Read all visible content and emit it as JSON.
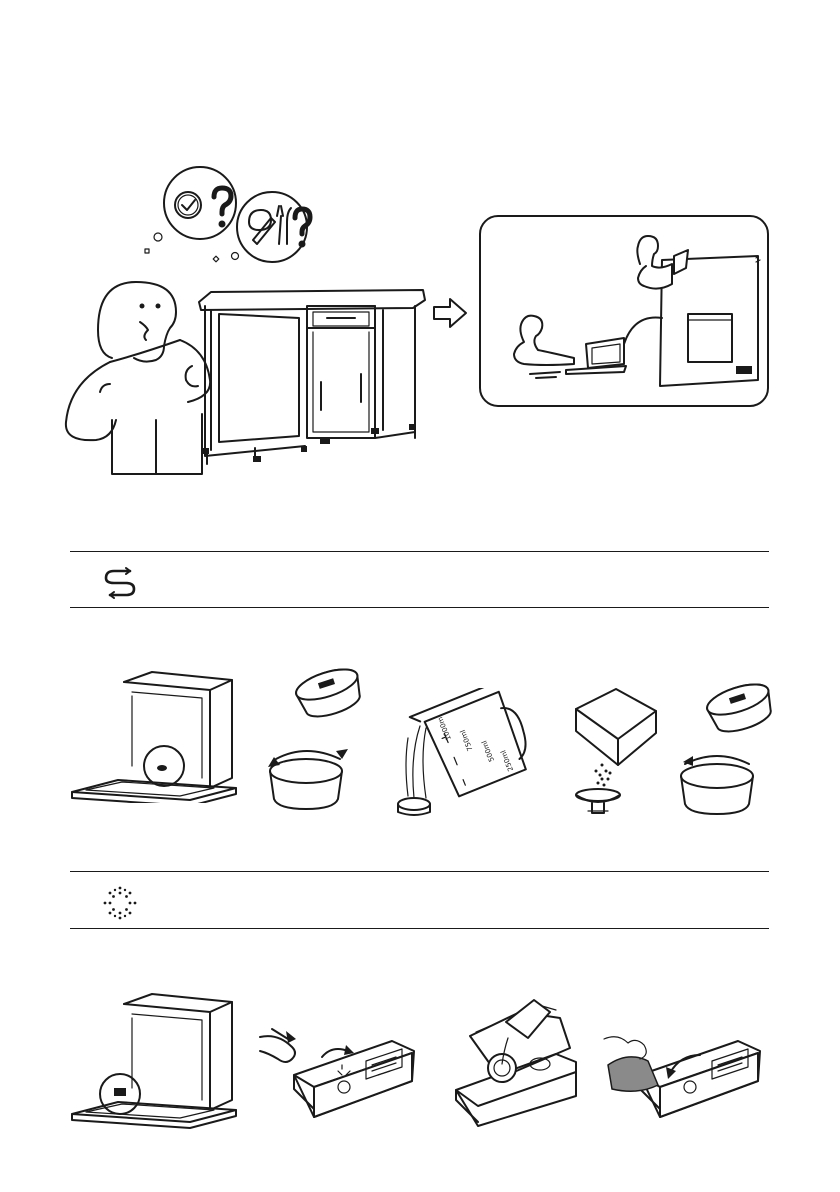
{
  "manual": {
    "lead_icons": [
      "thinking-person-icon",
      "clock-question-icon",
      "dishes-question-icon",
      "arrow-right-icon",
      "manual-and-laptop-icon"
    ],
    "jug_labels": [
      "1000ml",
      "750ml",
      "500ml",
      "250ml"
    ]
  },
  "sections": [
    {
      "icon": "salt-refill-icon",
      "steps": [
        "open-door",
        "unscrew-salt-cap",
        "pour-water",
        "pour-salt",
        "screw-salt-cap"
      ]
    },
    {
      "icon": "rinse-aid-icon",
      "steps": [
        "open-door",
        "press-rinse-aid-lid",
        "pour-rinse-aid",
        "wipe-spill"
      ]
    }
  ],
  "colors": {
    "line": "#1a1a1a",
    "fill": "#ffffff",
    "shade": "#9a9a9a"
  }
}
